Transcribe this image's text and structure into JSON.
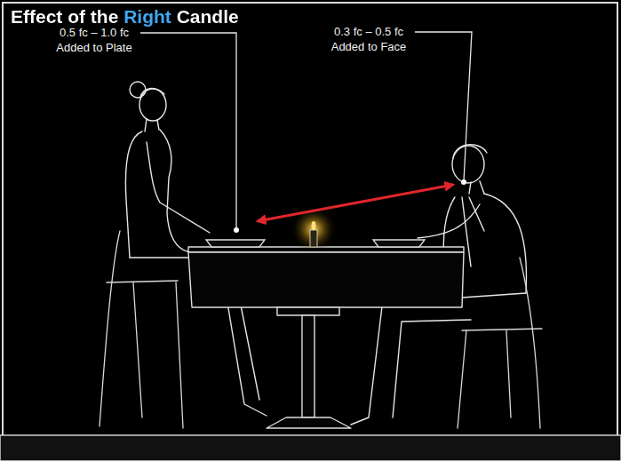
{
  "diagram": {
    "title": "Effect of the Right Candle",
    "labels": [
      "0.5 fc – 1.0 fc Added to Plate",
      "0.3 fc – 0.5 fc Added to Face"
    ]
  }
}
